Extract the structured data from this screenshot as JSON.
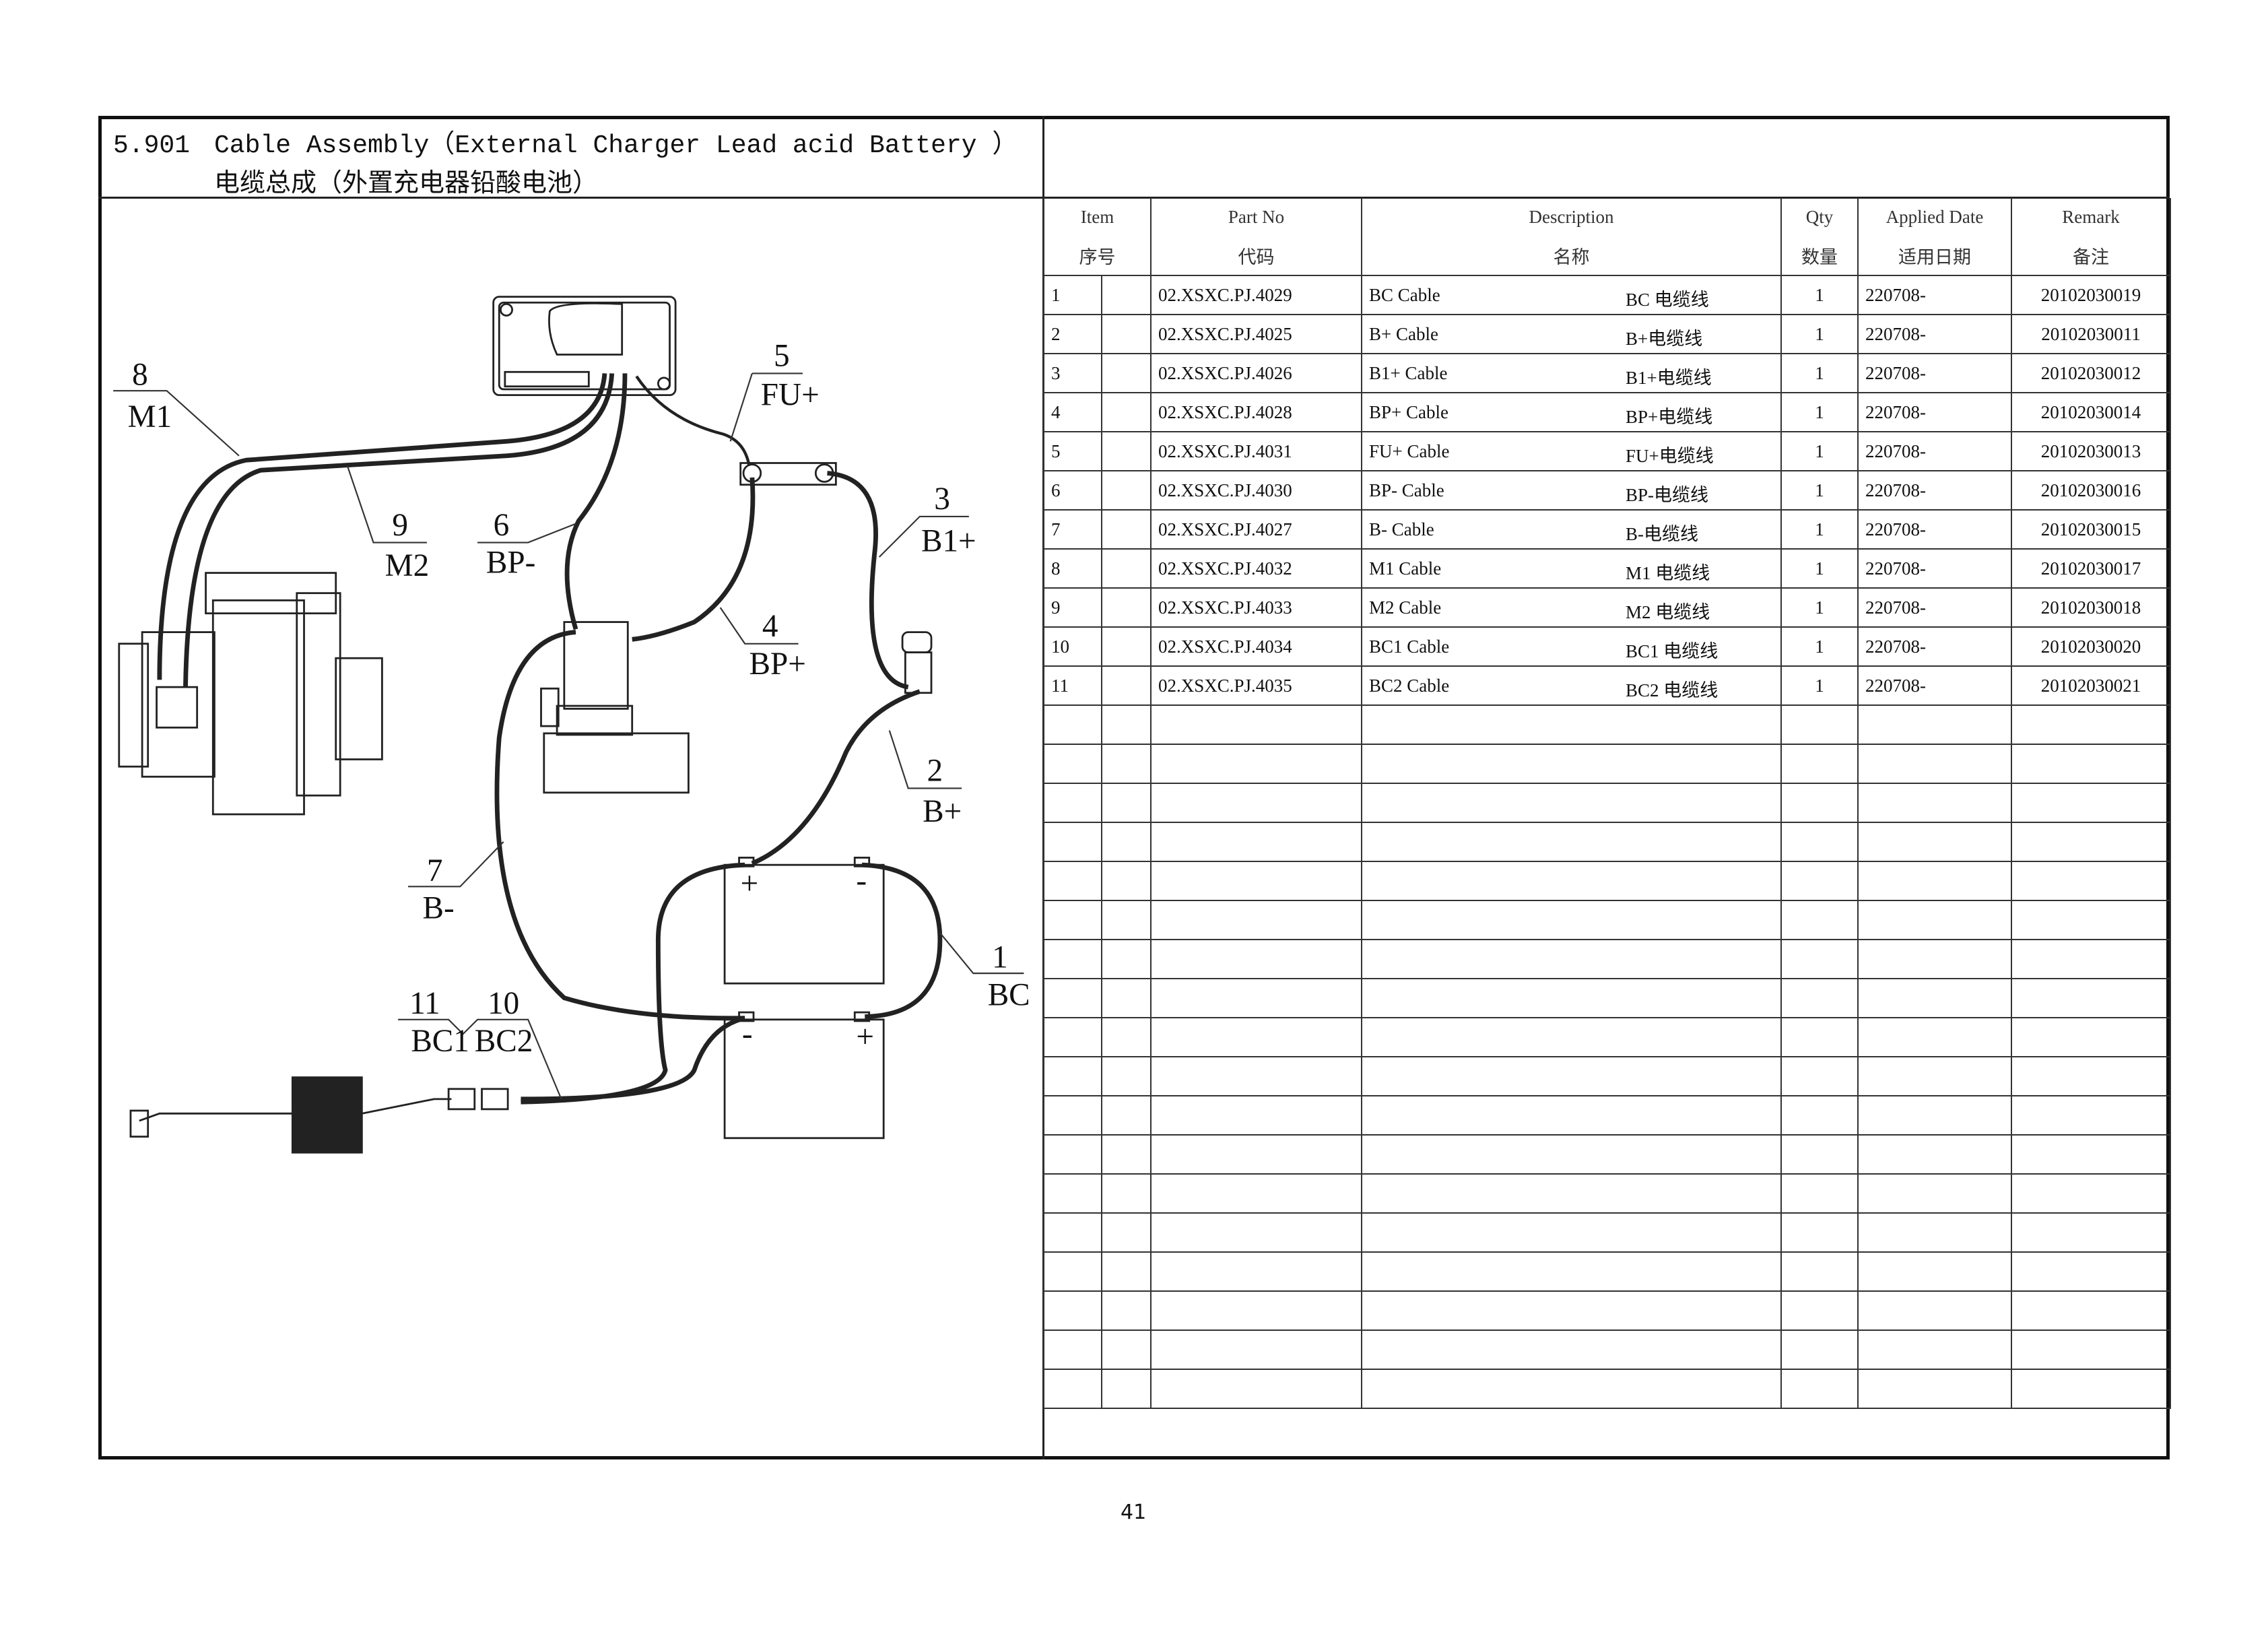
{
  "header": {
    "section_number": "5.901",
    "title_en": "Cable Assembly（External Charger Lead acid Battery ）",
    "title_zh": "电缆总成（外置充电器铅酸电池）"
  },
  "table": {
    "columns": [
      {
        "en": "Item",
        "zh": "序号"
      },
      {
        "en": "Part No",
        "zh": "代码"
      },
      {
        "en": "Description",
        "zh": "名称"
      },
      {
        "en": "Qty",
        "zh": "数量"
      },
      {
        "en": "Applied Date",
        "zh": "适用日期"
      },
      {
        "en": "Remark",
        "zh": "备注"
      }
    ],
    "rows": [
      {
        "item": "1",
        "part_no": "02.XSXC.PJ.4029",
        "desc_en": "BC Cable",
        "desc_zh": "BC 电缆线",
        "qty": "1",
        "date": "220708-",
        "remark": "20102030019"
      },
      {
        "item": "2",
        "part_no": "02.XSXC.PJ.4025",
        "desc_en": "B+ Cable",
        "desc_zh": "B+电缆线",
        "qty": "1",
        "date": "220708-",
        "remark": "20102030011"
      },
      {
        "item": "3",
        "part_no": "02.XSXC.PJ.4026",
        "desc_en": "B1+ Cable",
        "desc_zh": "B1+电缆线",
        "qty": "1",
        "date": "220708-",
        "remark": "20102030012"
      },
      {
        "item": "4",
        "part_no": "02.XSXC.PJ.4028",
        "desc_en": "BP+ Cable",
        "desc_zh": "BP+电缆线",
        "qty": "1",
        "date": "220708-",
        "remark": "20102030014"
      },
      {
        "item": "5",
        "part_no": "02.XSXC.PJ.4031",
        "desc_en": "FU+ Cable",
        "desc_zh": "FU+电缆线",
        "qty": "1",
        "date": "220708-",
        "remark": "20102030013"
      },
      {
        "item": "6",
        "part_no": "02.XSXC.PJ.4030",
        "desc_en": "BP- Cable",
        "desc_zh": "BP-电缆线",
        "qty": "1",
        "date": "220708-",
        "remark": "20102030016"
      },
      {
        "item": "7",
        "part_no": "02.XSXC.PJ.4027",
        "desc_en": "B- Cable",
        "desc_zh": "B-电缆线",
        "qty": "1",
        "date": "220708-",
        "remark": "20102030015"
      },
      {
        "item": "8",
        "part_no": "02.XSXC.PJ.4032",
        "desc_en": "M1 Cable",
        "desc_zh": "M1 电缆线",
        "qty": "1",
        "date": "220708-",
        "remark": "20102030017"
      },
      {
        "item": "9",
        "part_no": "02.XSXC.PJ.4033",
        "desc_en": "M2 Cable",
        "desc_zh": "M2 电缆线",
        "qty": "1",
        "date": "220708-",
        "remark": "20102030018"
      },
      {
        "item": "10",
        "part_no": "02.XSXC.PJ.4034",
        "desc_en": "BC1 Cable",
        "desc_zh": "BC1 电缆线",
        "qty": "1",
        "date": "220708-",
        "remark": "20102030020"
      },
      {
        "item": "11",
        "part_no": "02.XSXC.PJ.4035",
        "desc_en": "BC2 Cable",
        "desc_zh": "BC2 电缆线",
        "qty": "1",
        "date": "220708-",
        "remark": "20102030021"
      }
    ],
    "empty_rows": 18
  },
  "diagram": {
    "callouts": [
      {
        "num": "1",
        "code": "BC"
      },
      {
        "num": "2",
        "code": "B+"
      },
      {
        "num": "3",
        "code": "B1+"
      },
      {
        "num": "4",
        "code": "BP+"
      },
      {
        "num": "5",
        "code": "FU+"
      },
      {
        "num": "6",
        "code": "BP-"
      },
      {
        "num": "7",
        "code": "B-"
      },
      {
        "num": "8",
        "code": "M1"
      },
      {
        "num": "9",
        "code": "M2"
      },
      {
        "num": "10",
        "code": "BC2"
      },
      {
        "num": "11",
        "code": "BC1"
      }
    ],
    "battery_plus": "+",
    "battery_minus": "-"
  },
  "page_number": "41"
}
